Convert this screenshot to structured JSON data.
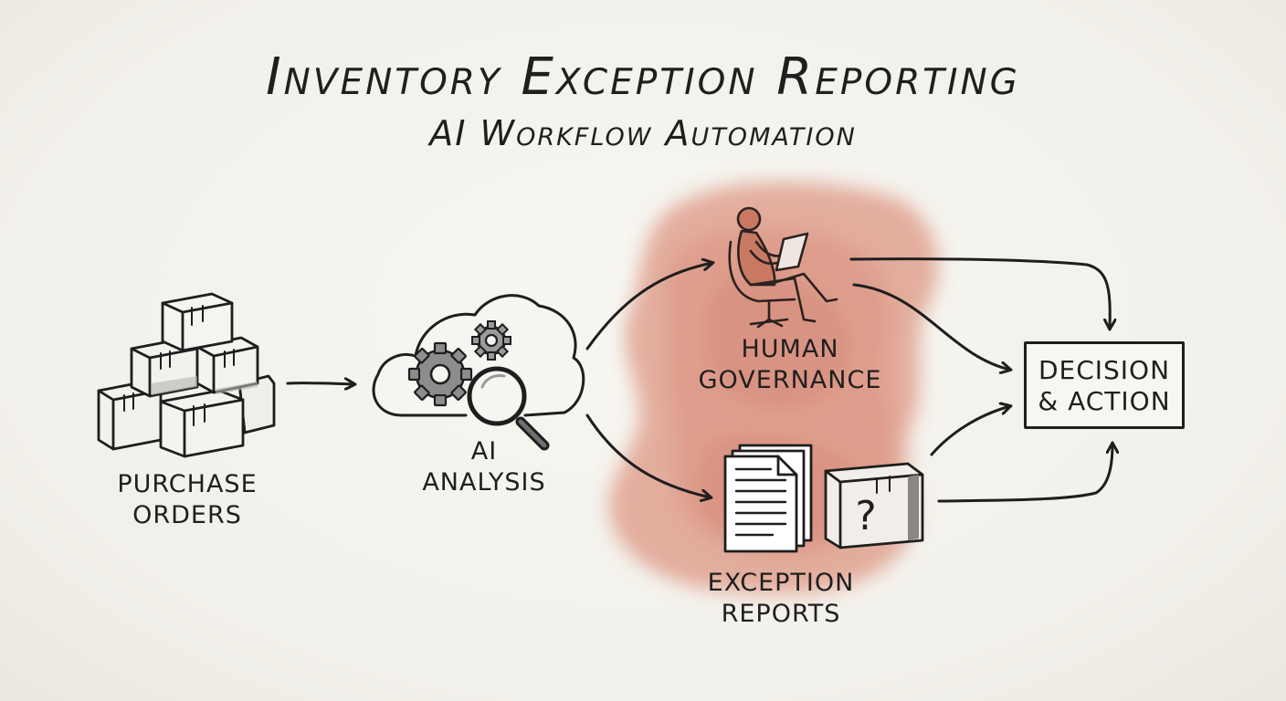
{
  "title": "Inventory Exception Reporting",
  "subtitle": "AI Workflow Automation",
  "nodes": {
    "purchase_orders": {
      "line1": "Purchase",
      "line2": "Orders",
      "icon": "box-stack-icon"
    },
    "ai_analysis": {
      "line1": "AI",
      "line2": "Analysis",
      "icon": "cloud-gears-magnifier-icon"
    },
    "human_governance": {
      "line1": "Human",
      "line2": "Governance",
      "icon": "person-reading-icon"
    },
    "exception_reports": {
      "line1": "Exception",
      "line2": "Reports",
      "icon": "documents-question-box-icon"
    },
    "decision_action": {
      "line1": "Decision",
      "line2": "& Action"
    }
  },
  "edges": [
    {
      "from": "Purchase Orders",
      "to": "AI Analysis"
    },
    {
      "from": "AI Analysis",
      "to": "Human Governance"
    },
    {
      "from": "AI Analysis",
      "to": "Exception Reports"
    },
    {
      "from": "Human Governance",
      "to": "Decision & Action"
    },
    {
      "from": "Exception Reports",
      "to": "Decision & Action"
    }
  ],
  "colors": {
    "ink": "#1e1e1e",
    "watercolor": "#d98a76",
    "paper": "#f3f1ec",
    "box_fill": "#f2f1ee",
    "gear_fill": "#8d8d8d"
  }
}
